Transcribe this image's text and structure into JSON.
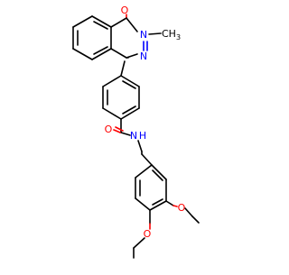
{
  "molecule": {
    "colors": {
      "bond": "#000000",
      "oxygen": "#ff0000",
      "nitrogen": "#0000ff"
    },
    "atom_labels": {
      "ketone_oxygen": "O",
      "ring_nitrogen_methyl": "N",
      "ring_nitrogen": "N",
      "methyl": "CH3",
      "amide_oxygen": "O",
      "amide_nitrogen": "N",
      "amide_hydrogen": "H",
      "ether_oxygen_1": "O",
      "ether_oxygen_2": "O"
    }
  }
}
